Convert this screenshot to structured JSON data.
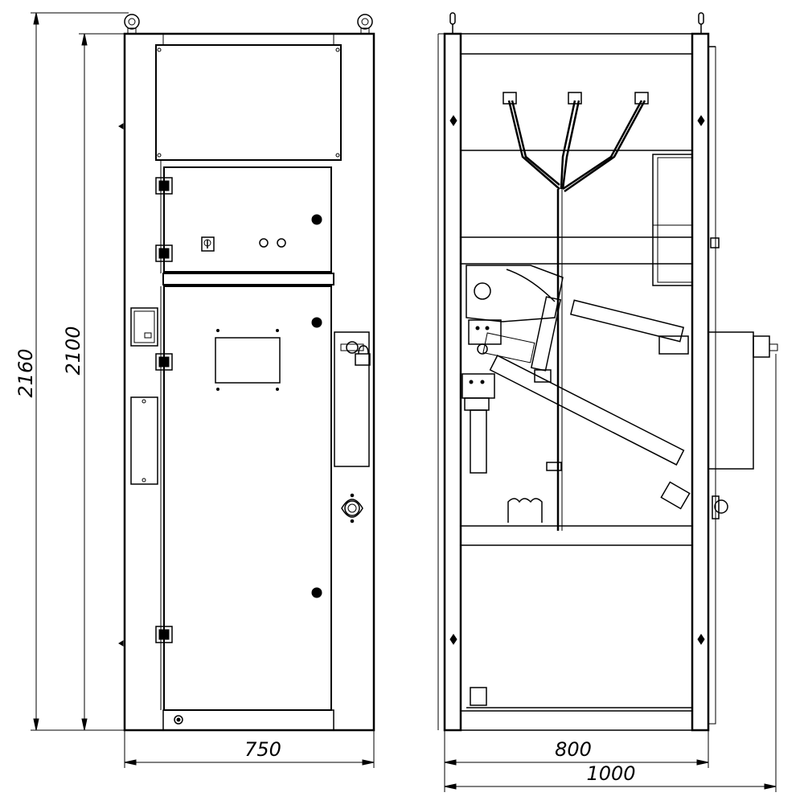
{
  "dimensions": {
    "overall_height": "2160",
    "body_height": "2100",
    "front_width": "750",
    "side_depth": "800",
    "overall_depth": "1000"
  },
  "views": [
    "front-view",
    "side-section-view"
  ]
}
